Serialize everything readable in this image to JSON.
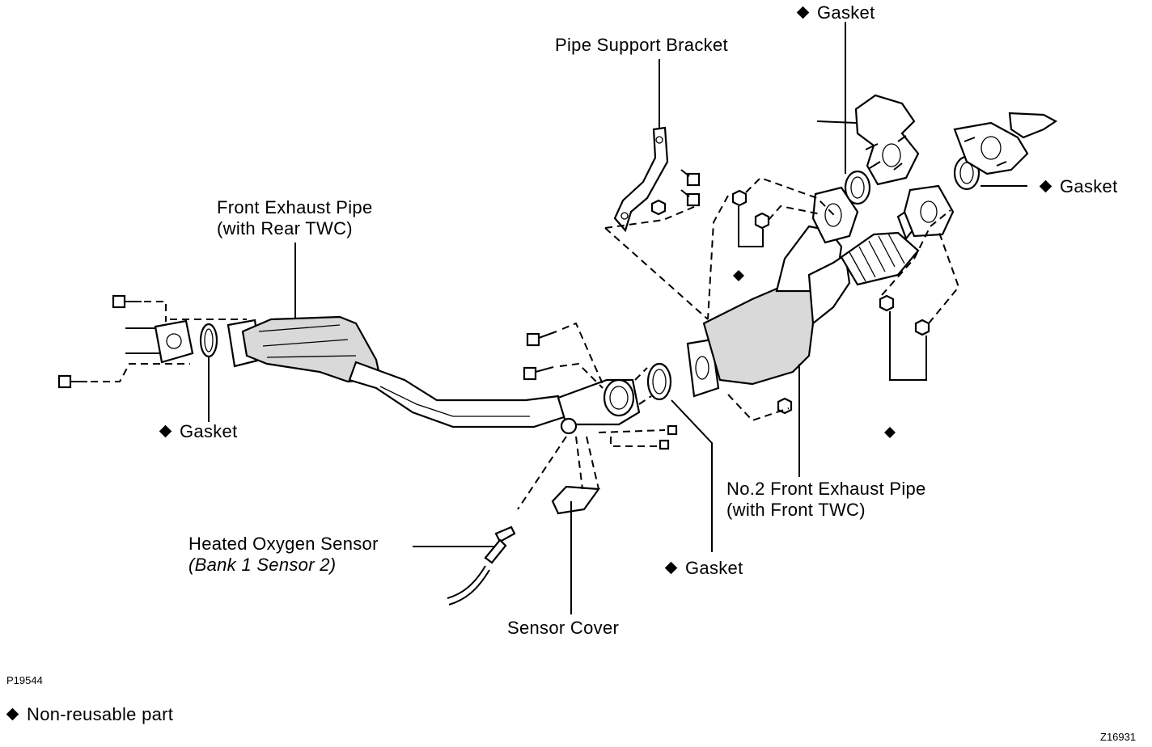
{
  "labels": {
    "gasket_top": "Gasket",
    "pipe_support_bracket": "Pipe Support Bracket",
    "gasket_right": "Gasket",
    "front_exhaust_pipe_line1": "Front Exhaust Pipe",
    "front_exhaust_pipe_line2": "(with Rear TWC)",
    "gasket_left": "Gasket",
    "no2_front_exhaust_pipe_line1": "No.2 Front Exhaust Pipe",
    "no2_front_exhaust_pipe_line2": "(with Front TWC)",
    "heated_oxygen_sensor_line1": "Heated Oxygen Sensor",
    "heated_oxygen_sensor_line2": "(Bank 1 Sensor 2)",
    "gasket_middle": "Gasket",
    "sensor_cover": "Sensor Cover"
  },
  "codes": {
    "figure_code_left": "P19544",
    "figure_code_right": "Z16931"
  },
  "legend": {
    "non_reusable_part": "Non-reusable part"
  },
  "icons": {
    "non_reusable_marker": "black-diamond-icon"
  }
}
